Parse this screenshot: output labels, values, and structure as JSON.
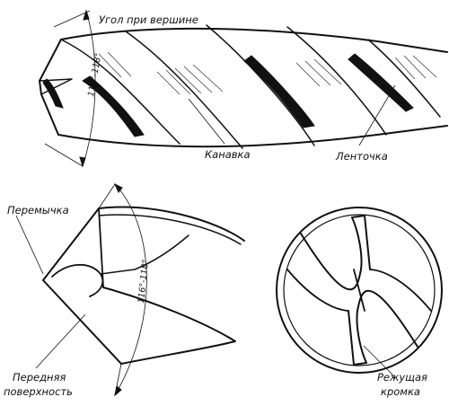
{
  "labels": {
    "tip_angle": "Угол при вершине",
    "angle_value_top": "116°-118°",
    "groove": "Канавка",
    "land": "Ленточка",
    "web": "Перемычка",
    "angle_value_bottom": "116°-118°",
    "rake_face_line1": "Передняя",
    "rake_face_line2": "поверхность",
    "cutting_edge_line1": "Режущая",
    "cutting_edge_line2": "кромка"
  }
}
